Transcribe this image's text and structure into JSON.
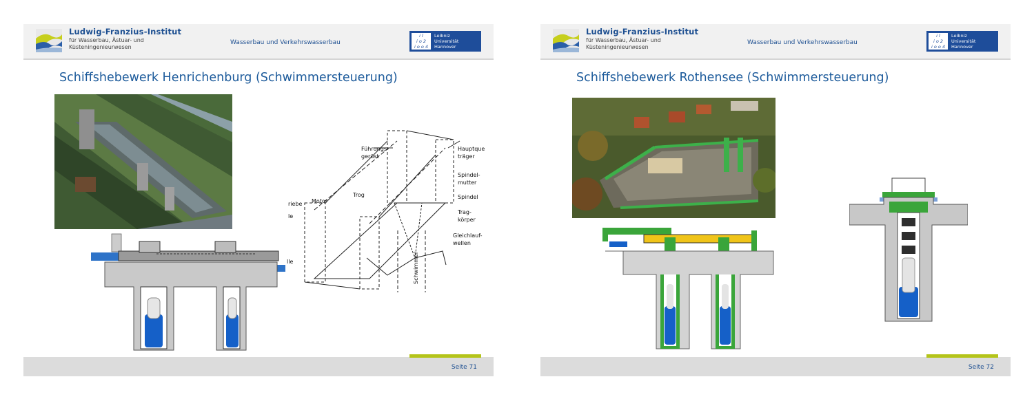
{
  "slides": [
    {
      "header": {
        "institute_name": "Ludwig-Franzius-Institut",
        "institute_sub_1": "für Wasserbau, Ästuar- und",
        "institute_sub_2": "Küsteningenieurwesen",
        "department": "Wasserbau und Verkehrswasserbau",
        "university_mark": [
          "i l",
          "i o 2",
          "i o o 4"
        ],
        "university": [
          "Leibniz",
          "Universität",
          "Hannover"
        ]
      },
      "title": "Schiffshebewerk Henrichenburg (Schwimmersteuerung)",
      "page": "Seite 71",
      "diagram_labels": {
        "fuehrungsgeruest_1": "Führungs-",
        "fuehrungsgeruest_2": "gerüst",
        "hauptquertraeger_1": "Hauptquer",
        "hauptquertraeger_2": "träger",
        "spindelmutter_1": "Spindel-",
        "spindelmutter_2": "mutter",
        "spindel": "Spindel",
        "tragkoerper_1": "Trag-",
        "tragkoerper_2": "körper",
        "gleichlaufwellen_1": "Gleichlauf-",
        "gleichlaufwellen_2": "wellen",
        "trog": "Trog",
        "motor": "Motor",
        "triebe": "riebe",
        "le": "le",
        "lle": "lle",
        "schwimmer": "Schwimmer"
      }
    },
    {
      "header": {
        "institute_name": "Ludwig-Franzius-Institut",
        "institute_sub_1": "für Wasserbau, Ästuar- und",
        "institute_sub_2": "Küsteningenieurwesen",
        "department": "Wasserbau und Verkehrswasserbau",
        "university_mark": [
          "i l",
          "i o 2",
          "i o o 4"
        ],
        "university": [
          "Leibniz",
          "Universität",
          "Hannover"
        ]
      },
      "title": "Schiffshebewerk Rothensee (Schwimmersteuerung)",
      "page": "Seite 72"
    }
  ],
  "colors": {
    "brand_blue": "#1d4f91",
    "accent_green": "#b4c41a",
    "water_blue": "#1560c8",
    "steel_green": "#3aa53a",
    "trough_yellow": "#f0c419"
  }
}
